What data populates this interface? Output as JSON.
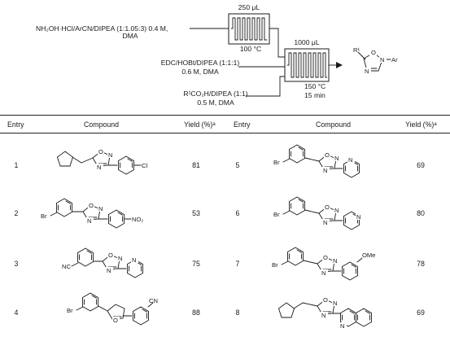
{
  "scheme": {
    "reagent_1": "NH₂OH·HCl/ArCN/DIPEA (1:1.05:3) 0.4 M,",
    "reagent_1_solvent": "DMA",
    "reagent_2": "EDC/HOBt/DIPEA (1:1:1)",
    "reagent_2_conc": "0.6 M, DMA",
    "reagent_3": "R¹CO₂H/DIPEA (1:1)",
    "reagent_3_conc": "0.5 M, DMA",
    "coil_1_volume": "250 μL",
    "coil_1_temp": "100 °C",
    "coil_2_volume": "1000 μL",
    "coil_2_temp": "150 °C",
    "coil_2_time": "15 min",
    "product_r1": "R¹",
    "product_o": "O",
    "product_n_top": "N",
    "product_n_bottom": "N",
    "product_ar": "Ar"
  },
  "table": {
    "headers": [
      "Entry",
      "Compound",
      "Yield (%)ᵃ",
      "Entry",
      "Compound",
      "Yield (%)ᵃ"
    ],
    "rows": [
      {
        "left": {
          "entry": "1",
          "yield": "81"
        },
        "right": {
          "entry": "5",
          "yield": "69"
        }
      },
      {
        "left": {
          "entry": "2",
          "yield": "53"
        },
        "right": {
          "entry": "6",
          "yield": "80"
        }
      },
      {
        "left": {
          "entry": "3",
          "yield": "75"
        },
        "right": {
          "entry": "7",
          "yield": "78"
        }
      },
      {
        "left": {
          "entry": "4",
          "yield": "88"
        },
        "right": {
          "entry": "8",
          "yield": "69"
        }
      }
    ]
  },
  "atom_labels": {
    "cl": "Cl",
    "br": "Br",
    "no2": "NO₂",
    "nc": "NC",
    "cn": "CN",
    "ome": "OMe",
    "n": "N",
    "o": "O"
  }
}
